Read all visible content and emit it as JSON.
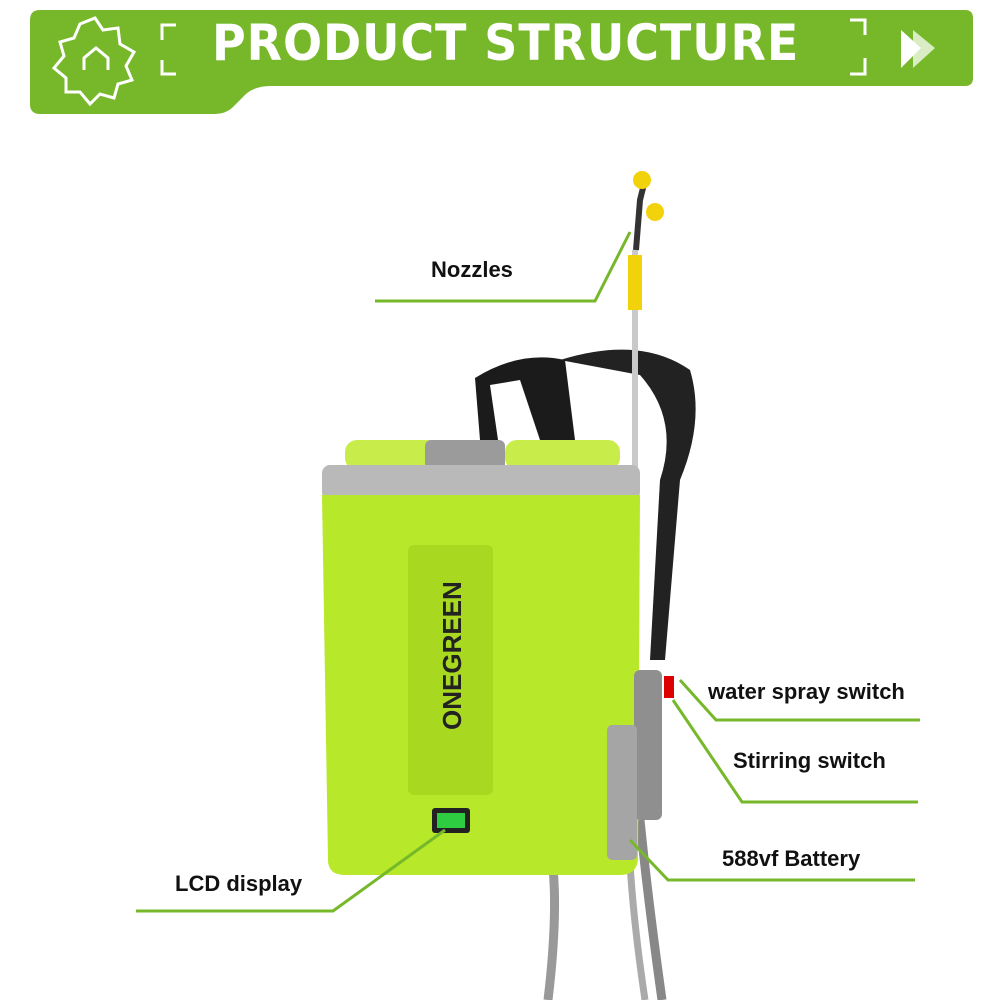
{
  "header": {
    "title": "PRODUCT STRUCTURE",
    "logo_icon": "gear-house-logo-icon",
    "next_icon": "double-chevron-right-icon",
    "color": "#76b82a"
  },
  "product": {
    "brand": "ONEGREEN",
    "tank_color": "#b8e82a",
    "leader_line_color": "#76b82a"
  },
  "labels": {
    "nozzles": "Nozzles",
    "water_spray_switch": "water spray switch",
    "stirring_switch": "Stirring switch",
    "battery": "588vf Battery",
    "lcd_display": "LCD display"
  }
}
